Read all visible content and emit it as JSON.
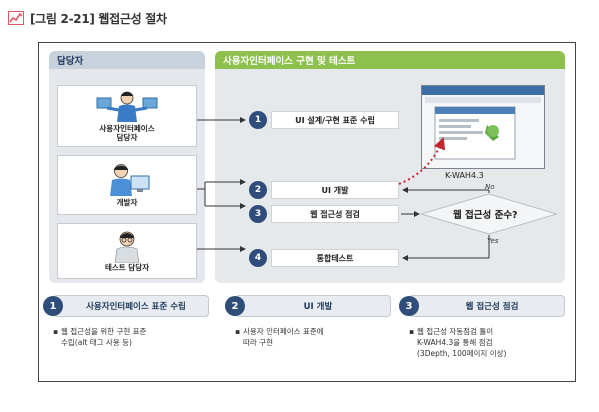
{
  "caption": {
    "text": "[그림 2-21]  웹접근성 절차",
    "icon": "chart-icon",
    "icon_color": "#e05a6a"
  },
  "left_panel": {
    "title": "담당자",
    "roles": [
      {
        "label": "사용자인터페이스\n담당자",
        "icon": "designer-person-icon"
      },
      {
        "label": "개발자",
        "icon": "developer-person-icon"
      },
      {
        "label": "테스트 담당자",
        "icon": "tester-person-icon"
      }
    ]
  },
  "right_panel": {
    "title": "사용자인터페이스 구현 및 테스트",
    "steps": [
      {
        "num": "1",
        "label": "UI 설계/구현 표준 수립"
      },
      {
        "num": "2",
        "label": "UI 개발"
      },
      {
        "num": "3",
        "label": "웹 접근성 점검"
      },
      {
        "num": "4",
        "label": "통합테스트"
      }
    ],
    "screen_caption": "K-WAH4.3",
    "decision": "웹 접근성 준수?",
    "no_label": "No",
    "yes_label": "Yes"
  },
  "info_cards": [
    {
      "num": "1",
      "title": "사용자인터페이스 표준 수립",
      "bullet": "▪",
      "body": "웹 접근성을 위한 구현 표준\n수립(alt 태그 사용 등)"
    },
    {
      "num": "2",
      "title": "UI 개발",
      "bullet": "▪",
      "body": "사용자 인터페이스 표준에\n따라 구현"
    },
    {
      "num": "3",
      "title": "웹 접근성 점검",
      "bullet": "▪",
      "body": "웹  접근성 자동점검 툴이\nK-WAH4.3을 통해 점검\n(3Depth, 100페이지 이상)"
    }
  ],
  "colors": {
    "accent_green": "#8ec04d",
    "navy": "#2f4d7a",
    "arrow_red": "#c0282d",
    "panel_gray": "#e6e9ec"
  }
}
